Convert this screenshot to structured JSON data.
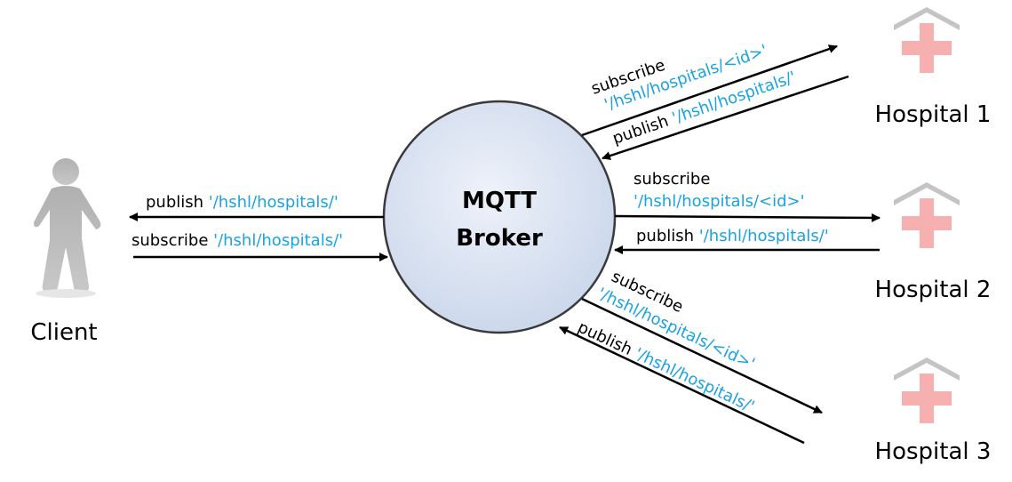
{
  "broker": {
    "line1": "MQTT",
    "line2": "Broker"
  },
  "client": {
    "label": "Client"
  },
  "hospitals": [
    {
      "label": "Hospital 1"
    },
    {
      "label": "Hospital 2"
    },
    {
      "label": "Hospital 3"
    }
  ],
  "client_links": {
    "publish": {
      "verb": "publish",
      "topic": "'/hshl/hospitals/'"
    },
    "subscribe": {
      "verb": "subscribe",
      "topic": "'/hshl/hospitals/'"
    }
  },
  "hospital_links": [
    {
      "subscribe_verb": "subscribe",
      "subscribe_topic": "'/hshl/hospitals/<id>'",
      "publish_verb": "publish",
      "publish_topic": "'/hshl/hospitals/'"
    },
    {
      "subscribe_verb": "subscribe",
      "subscribe_topic": "'/hshl/hospitals/<id>'",
      "publish_verb": "publish",
      "publish_topic": "'/hshl/hospitals/'"
    },
    {
      "subscribe_verb": "subscribe",
      "subscribe_topic": "'/hshl/hospitals/<id>'",
      "publish_verb": "publish",
      "publish_topic": "'/hshl/hospitals/'"
    }
  ],
  "colors": {
    "topic": "#1aa3e0",
    "cross": "#f7b0b0",
    "roof": "#c0c0c0",
    "person": "#b4b4b4"
  }
}
